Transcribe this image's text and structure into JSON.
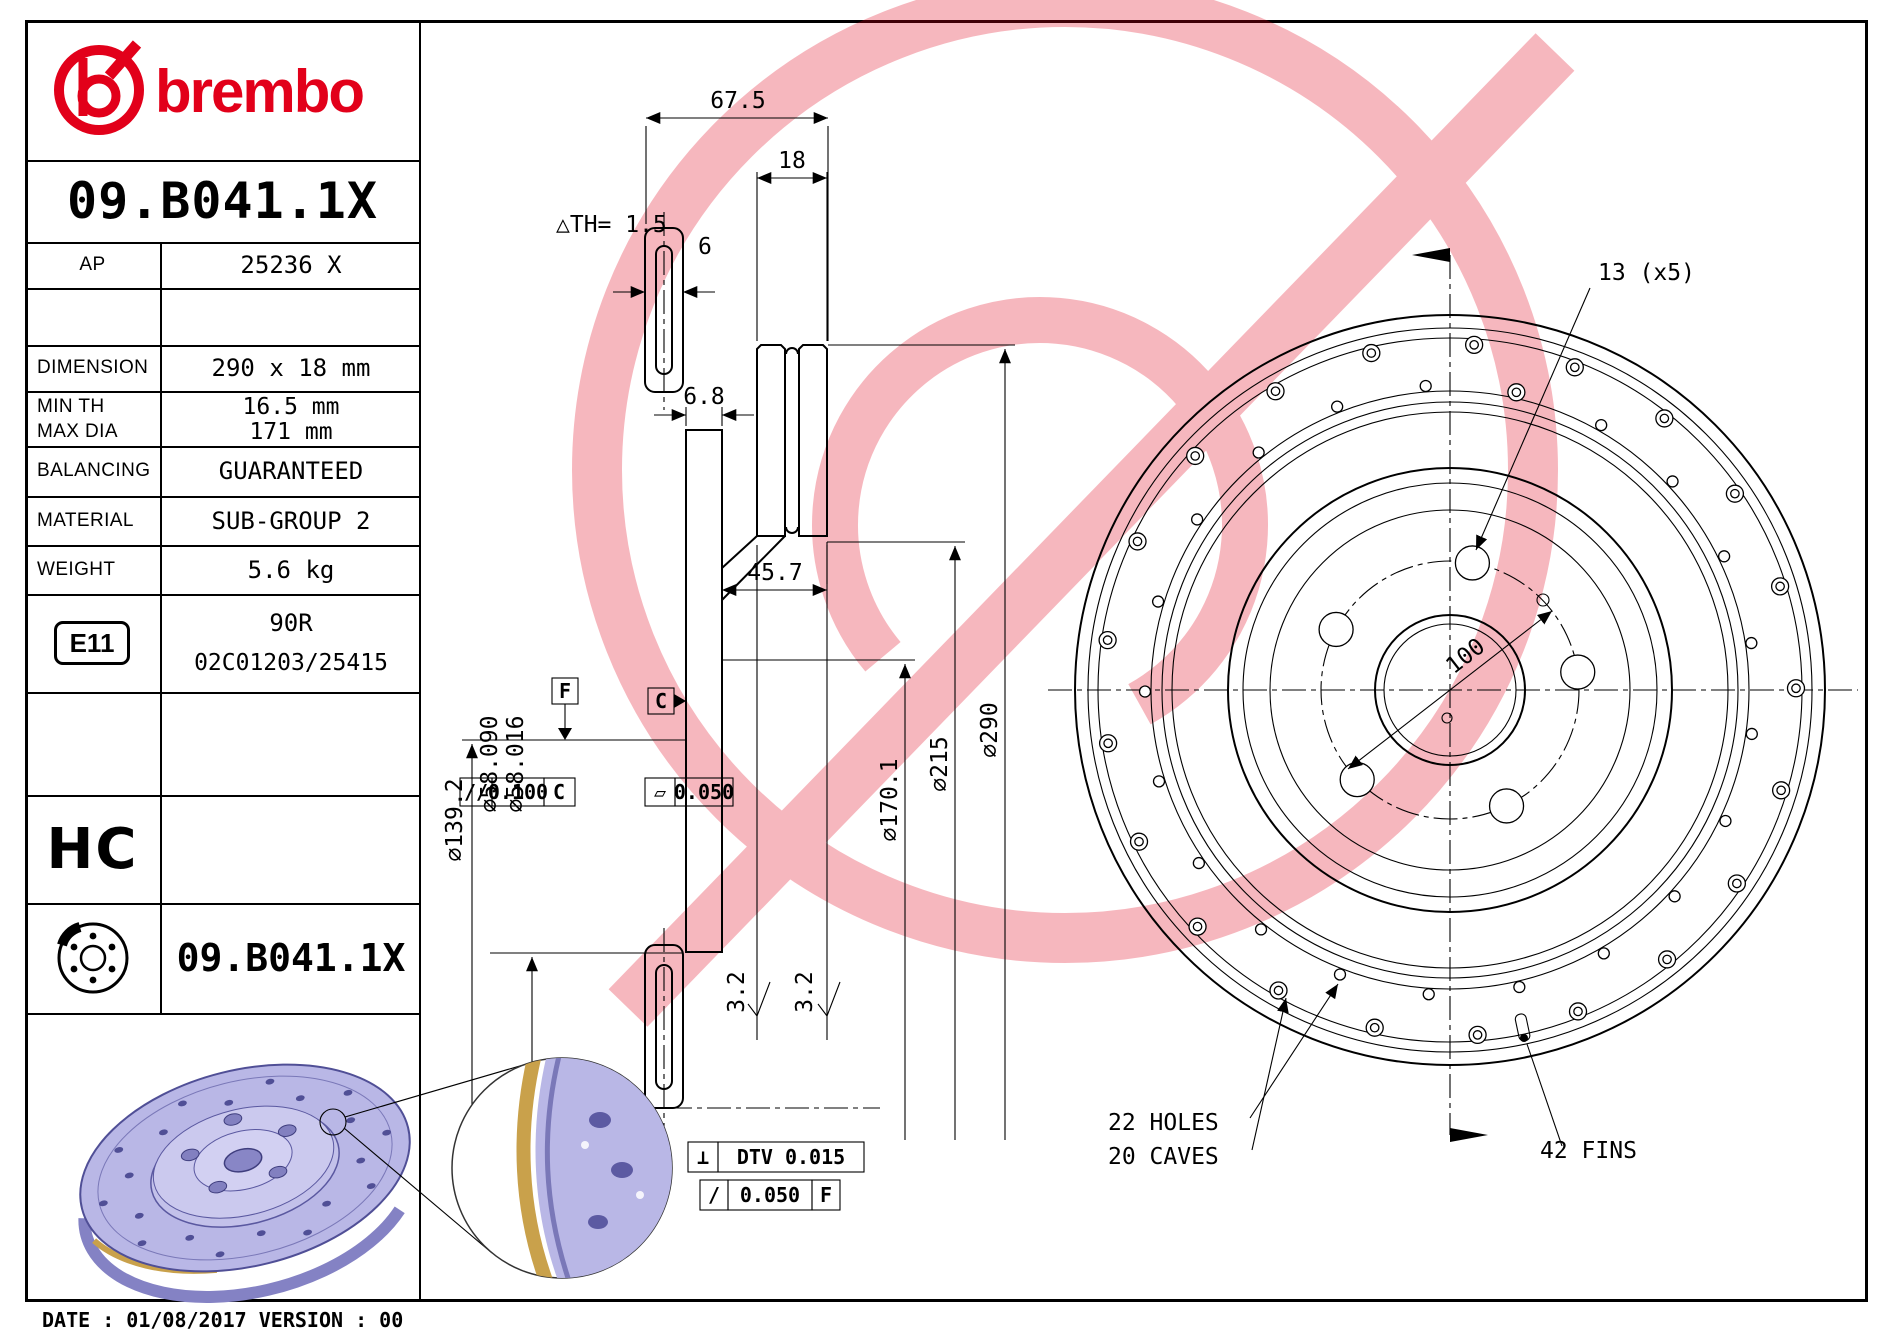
{
  "brand": {
    "name": "brembo",
    "accent_red": "#e2001a"
  },
  "title_block": {
    "part_number": "09.B041.1X",
    "ap_label": "AP",
    "ap_value": "25236 X",
    "rows": [
      {
        "label": "DIMENSION",
        "value": "290 x 18 mm"
      },
      {
        "label": "MIN TH",
        "value": "16.5 mm"
      },
      {
        "label": "MAX DIA",
        "value": "171 mm"
      },
      {
        "label": "BALANCING",
        "value": "GUARANTEED"
      },
      {
        "label": "MATERIAL",
        "value": "SUB-GROUP 2"
      },
      {
        "label": "WEIGHT",
        "value": "5.6 kg"
      }
    ],
    "homologation": {
      "badge": "E11",
      "line1": "90R",
      "line2": "02C01203/25415"
    },
    "hc_badge": "HC",
    "icon_part_number": "09.B041.1X"
  },
  "footer": "DATE : 01/08/2017 VERSION : 00",
  "section_view": {
    "dim_overall_width": "67.5",
    "dim_band_thickness": "18",
    "min_wear": "△TH= 1.5",
    "dim_vent": "6",
    "dim_flange_thickness": "6.8",
    "dim_hat_depth": "45.7",
    "dia_139": "⌀139.2",
    "dia_58_max": "⌀58.090",
    "dia_58_min": "⌀58.016",
    "dia_170": "⌀170.1",
    "dia_215": "⌀215",
    "dia_290": "⌀290",
    "datum_f": "F",
    "datum_c": "C",
    "fcf_parallelism": {
      "symbol": "//",
      "value": "0.100",
      "datum": "C"
    },
    "fcf_flatness": {
      "symbol": "▱",
      "value": "0.050"
    },
    "dtv_frame": {
      "symbol": "⊥",
      "value": "DTV 0.015"
    },
    "runout_frame": {
      "symbol": "/",
      "value": "0.050",
      "datum": "F"
    },
    "roughness": "3.2"
  },
  "front_view": {
    "bolt_hole_label": "13 (x5)",
    "bolt_circle_label": "100",
    "holes_label": "22 HOLES",
    "caves_label": "20 CAVES",
    "fins_label": "42 FINS",
    "holes_count": 22,
    "caves_count": 20,
    "fins_count": 42,
    "bolt_count": 5
  },
  "illustration": {
    "disc_color": "#b9b7e6",
    "edge_color": "#504f96",
    "gold_color": "#c9a14b"
  }
}
